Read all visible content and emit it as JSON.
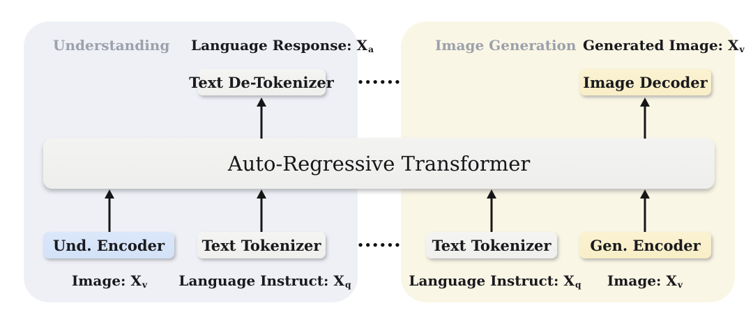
{
  "diagram": {
    "transformer_label": "Auto-Regressive Transformer",
    "ellipsis": "••••••"
  },
  "understanding": {
    "title": "Understanding",
    "response_label": {
      "base": "Language Response: X",
      "sub": "a"
    },
    "detokenizer_label": "Text De-Tokenizer",
    "und_encoder_label": "Und. Encoder",
    "text_tokenizer_label": "Text Tokenizer",
    "image_input": {
      "base": "Image: X",
      "sub": "v"
    },
    "instruct_input": {
      "base": "Language Instruct: X",
      "sub": "q"
    }
  },
  "generation": {
    "title": "Image Generation",
    "generated_label": {
      "base": "Generated Image: X",
      "sub": "v"
    },
    "decoder_label": "Image Decoder",
    "text_tokenizer_label": "Text Tokenizer",
    "gen_encoder_label": "Gen. Encoder",
    "instruct_input": {
      "base": "Language Instruct: X",
      "sub": "q"
    },
    "image_input": {
      "base": "Image: X",
      "sub": "v"
    }
  },
  "colors": {
    "understanding_panel": "#eef0f6",
    "generation_panel": "#faf6e5",
    "neutral_box": "#f1f1ef",
    "blue_box": "#d6e4f9",
    "cream_box": "#faf0cb",
    "section_title": "#9ca1ab",
    "arrow": "#161616"
  }
}
